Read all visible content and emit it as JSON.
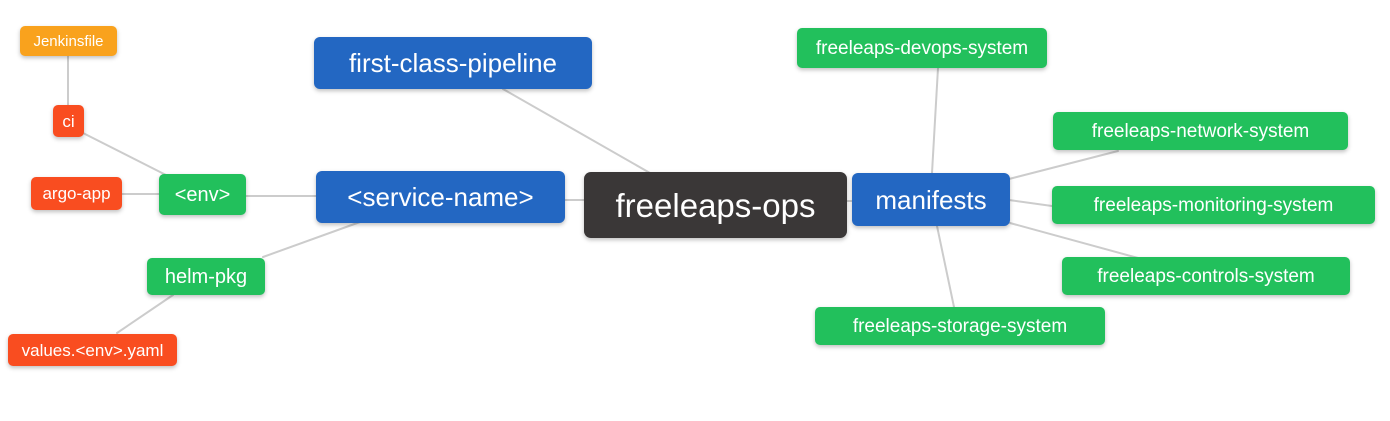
{
  "diagram": {
    "type": "mindmap",
    "background": "#FFFFFF",
    "edge_color": "#CCCCCC",
    "palette": {
      "root": "#3A3737",
      "branch": "#2367C2",
      "green": "#22C05C",
      "red": "#F94D20",
      "orange": "#F9A21D",
      "text": "#FFFFFF"
    },
    "nodes": [
      {
        "id": "jenkinsfile",
        "label": "Jenkinsfile",
        "level": "orange"
      },
      {
        "id": "ci",
        "label": "ci",
        "level": "red"
      },
      {
        "id": "argo-app",
        "label": "argo-app",
        "level": "red"
      },
      {
        "id": "env",
        "label": "<env>",
        "level": "green"
      },
      {
        "id": "helm-pkg",
        "label": "helm-pkg",
        "level": "green"
      },
      {
        "id": "values-env-yaml",
        "label": "values.<env>.yaml",
        "level": "red"
      },
      {
        "id": "first-class-pipeline",
        "label": "first-class-pipeline",
        "level": "branch"
      },
      {
        "id": "service-name",
        "label": "<service-name>",
        "level": "branch"
      },
      {
        "id": "freeleaps-ops",
        "label": "freeleaps-ops",
        "level": "root"
      },
      {
        "id": "manifests",
        "label": "manifests",
        "level": "branch"
      },
      {
        "id": "freeleaps-devops-system",
        "label": "freeleaps-devops-system",
        "level": "green"
      },
      {
        "id": "freeleaps-network-system",
        "label": "freeleaps-network-system",
        "level": "green"
      },
      {
        "id": "freeleaps-monitoring-system",
        "label": "freeleaps-monitoring-system",
        "level": "green"
      },
      {
        "id": "freeleaps-controls-system",
        "label": "freeleaps-controls-system",
        "level": "green"
      },
      {
        "id": "freeleaps-storage-system",
        "label": "freeleaps-storage-system",
        "level": "green"
      }
    ],
    "edges": [
      [
        "Jenkinsfile",
        "ci"
      ],
      [
        "ci",
        "<env>"
      ],
      [
        "argo-app",
        "<env>"
      ],
      [
        "<env>",
        "<service-name>"
      ],
      [
        "helm-pkg",
        "<service-name>"
      ],
      [
        "values.<env>.yaml",
        "helm-pkg"
      ],
      [
        "first-class-pipeline",
        "freeleaps-ops"
      ],
      [
        "<service-name>",
        "freeleaps-ops"
      ],
      [
        "freeleaps-ops",
        "manifests"
      ],
      [
        "freeleaps-devops-system",
        "manifests"
      ],
      [
        "manifests",
        "freeleaps-network-system"
      ],
      [
        "manifests",
        "freeleaps-monitoring-system"
      ],
      [
        "manifests",
        "freeleaps-controls-system"
      ],
      [
        "manifests",
        "freeleaps-storage-system"
      ]
    ]
  }
}
